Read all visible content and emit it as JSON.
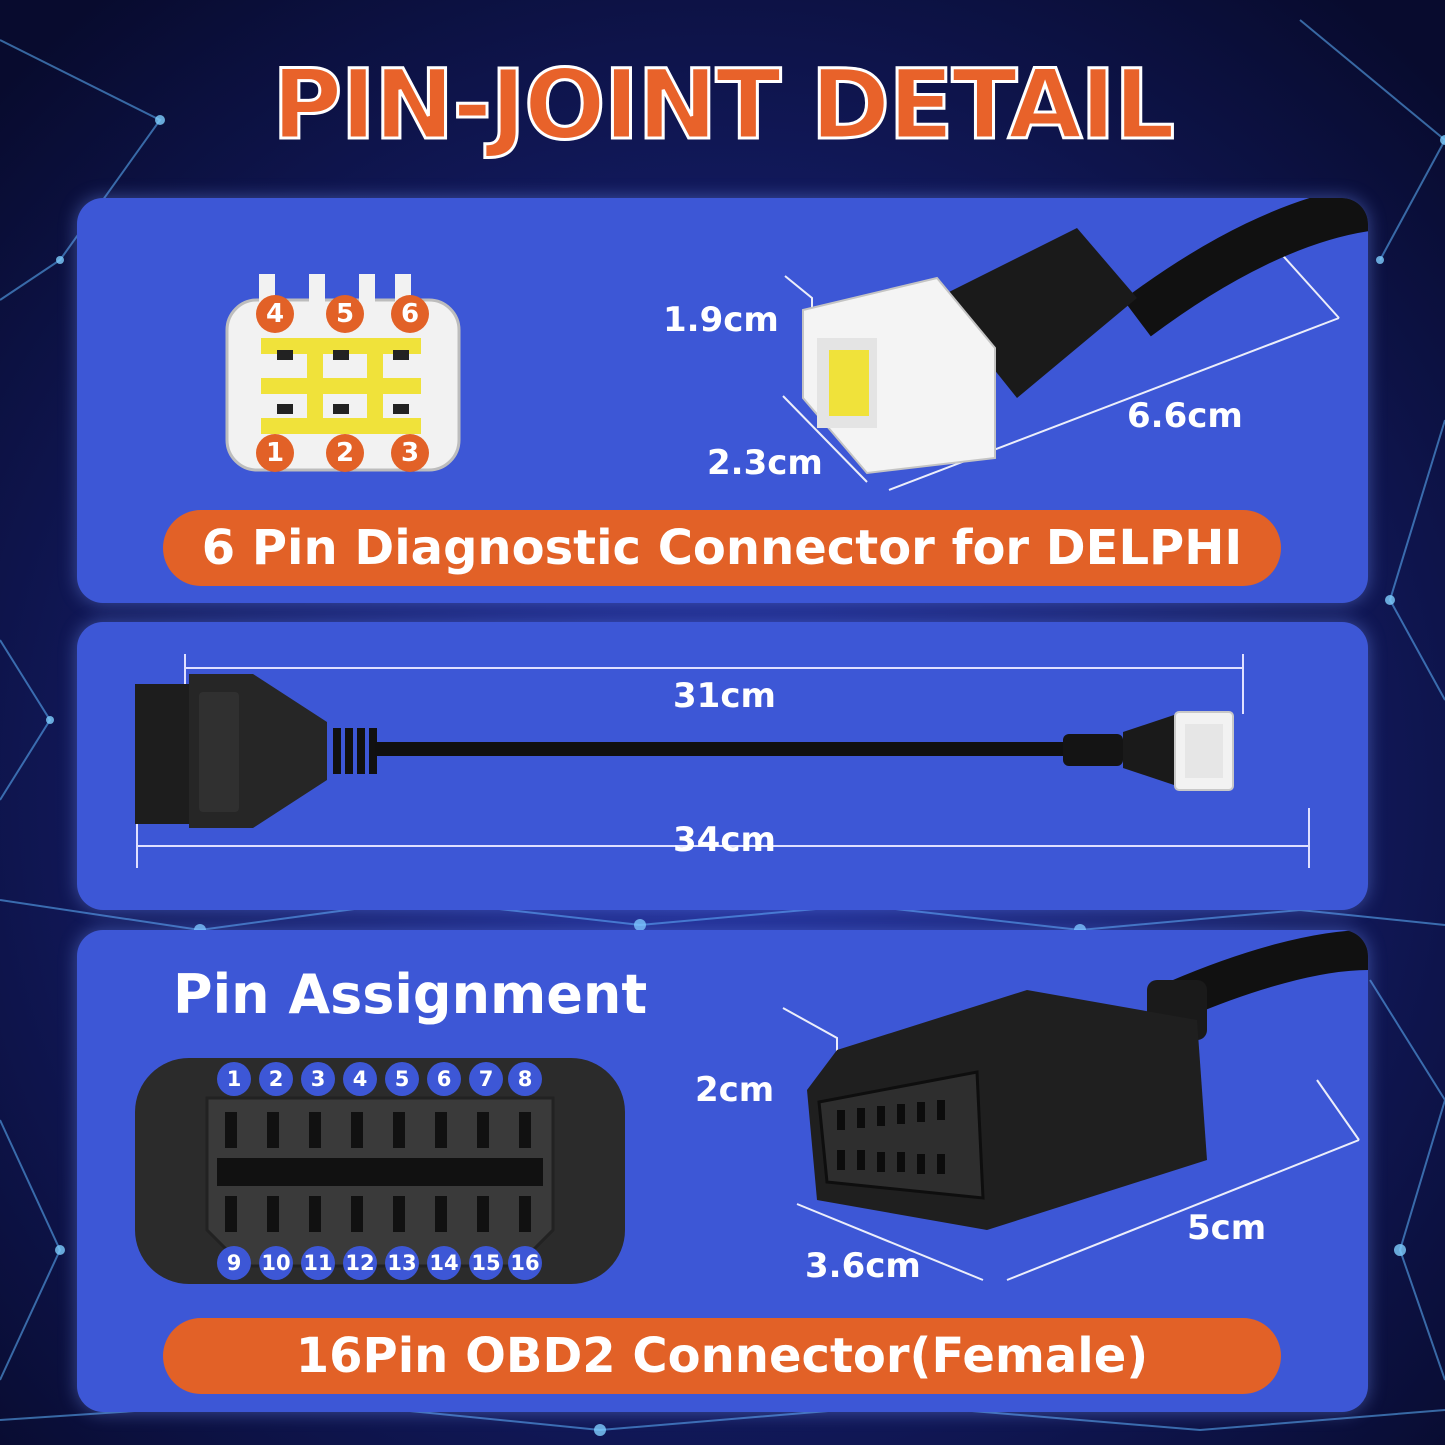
{
  "title": "PIN-JOINT DETAIL",
  "delphi_panel": {
    "pins_top": [
      "4",
      "5",
      "6"
    ],
    "pins_bottom": [
      "1",
      "2",
      "3"
    ],
    "dim_height": "1.9cm",
    "dim_width": "2.3cm",
    "dim_length": "6.6cm",
    "banner": "6 Pin Diagnostic Connector for DELPHI"
  },
  "cable_panel": {
    "dim_cable": "31cm",
    "dim_total": "34cm"
  },
  "obd_panel": {
    "heading": "Pin Assignment",
    "pins_top": [
      "1",
      "2",
      "3",
      "4",
      "5",
      "6",
      "7",
      "8"
    ],
    "pins_bottom": [
      "9",
      "10",
      "11",
      "12",
      "13",
      "14",
      "15",
      "16"
    ],
    "dim_height": "2cm",
    "dim_width": "3.6cm",
    "dim_length": "5cm",
    "banner": "16Pin OBD2 Connector(Female)"
  },
  "colors": {
    "accent_orange": "#e26127",
    "panel_blue": "#3d57d6",
    "background": "#0a0f3a"
  }
}
